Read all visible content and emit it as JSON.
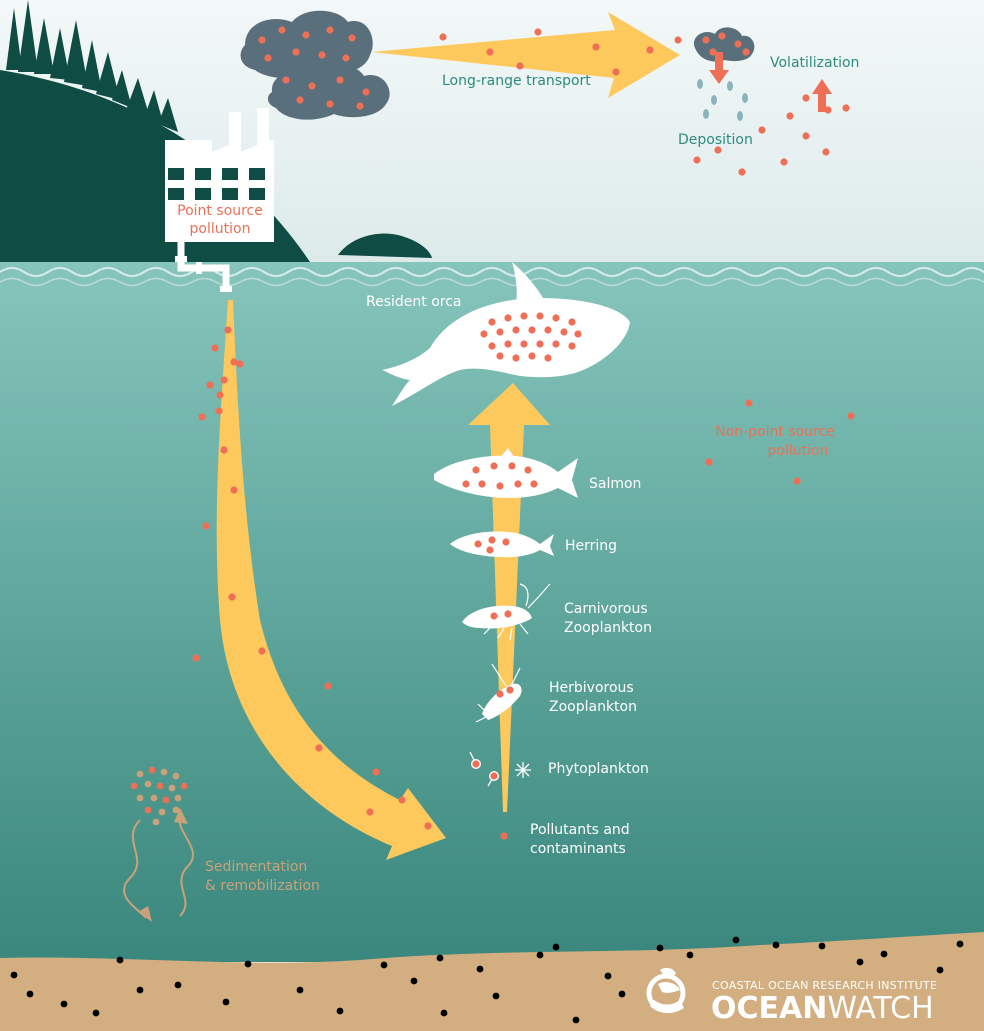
{
  "labels": {
    "point_source": [
      "Point source",
      "pollution"
    ],
    "long_range": "Long-range transport",
    "volatilization": "Volatilization",
    "deposition": "Deposition",
    "resident_orca": "Resident orca",
    "non_point": [
      "Non-point source",
      "pollution"
    ],
    "salmon": "Salmon",
    "herring": "Herring",
    "carnivorous": [
      "Carnivorous",
      "Zooplankton"
    ],
    "herbivorous": [
      "Herbivorous",
      "Zooplankton"
    ],
    "phytoplankton": "Phytoplankton",
    "pollutants": [
      "Pollutants and",
      "contaminants"
    ],
    "sedimentation": [
      "Sedimentation",
      "& remobilization"
    ]
  },
  "logo": {
    "subtitle": "COASTAL OCEAN RESEARCH INSTITUTE",
    "wordmark_bold": "OCEAN",
    "wordmark_light": "WATCH"
  },
  "colors": {
    "pollutant": "#ef6f56",
    "arrow": "#fdc85c",
    "forest": "#0f4c44",
    "sky": "#eef4f4",
    "water_top": "#7fc0b7",
    "water_bottom": "#3c8a80",
    "sediment": "#d2ae80",
    "smoke": "#59707c"
  }
}
